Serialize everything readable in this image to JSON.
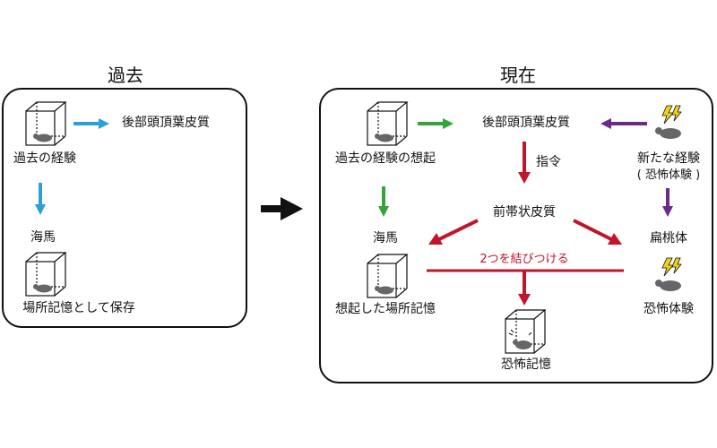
{
  "past": {
    "title": "過去",
    "labels": {
      "past_experience": "過去の経験",
      "posterior_parietal": "後部頭頂葉皮質",
      "hippocampus": "海馬",
      "store_place": "場所記憶として保存"
    }
  },
  "present": {
    "title": "現在",
    "labels": {
      "recall_past_experience": "過去の経験の想起",
      "posterior_parietal": "後部頭頂葉皮質",
      "new_experience": "新たな経験",
      "fear_experience_paren": "( 恐怖体験 )",
      "command": "指令",
      "anterior_cingulate": "前帯状皮質",
      "hippocampus": "海馬",
      "amygdala": "扁桃体",
      "link_two": "2つを結びつける",
      "recalled_place_memory": "想起した場所記憶",
      "fear_experience": "恐怖体験",
      "fear_memory": "恐怖記憶"
    }
  },
  "colors": {
    "blue": "#2a9fd8",
    "green": "#34a33a",
    "purple": "#6a2a8a",
    "red": "#c0152b",
    "black": "#111111",
    "lightning": "#f3d21c"
  },
  "icons": [
    "mouse-in-cage-icon",
    "lightning-icon",
    "mouse-icon"
  ]
}
